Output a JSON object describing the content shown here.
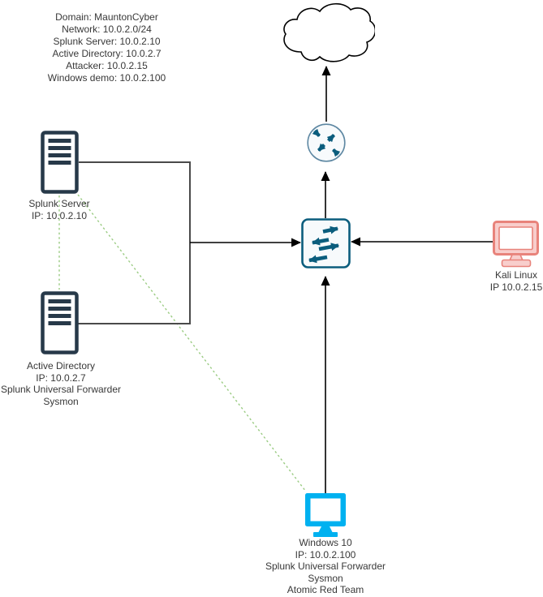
{
  "info_panel": {
    "lines": [
      "Domain: MauntonCyber",
      "Network: 10.0.2.0/24",
      "Splunk Server: 10.0.2.10",
      "Active Directory: 10.0.2.7",
      "Attacker: 10.0.2.15",
      "Windows demo: 10.0.2.100"
    ]
  },
  "nodes": {
    "splunk_server": {
      "lines": [
        "Splunk Server",
        "IP: 10.0.2.10"
      ]
    },
    "active_directory": {
      "lines": [
        "Active Directory",
        "IP: 10.0.2.7",
        "Splunk Universal Forwarder",
        "Sysmon"
      ]
    },
    "kali_linux": {
      "lines": [
        "Kali Linux",
        "IP 10.0.2.15"
      ]
    },
    "windows10": {
      "lines": [
        "Windows 10",
        "IP: 10.0.2.100",
        "Splunk Universal Forwarder",
        "Sysmon",
        "Atomic Red Team"
      ]
    }
  },
  "colors": {
    "server-ink": "#273949",
    "teal": "#0b5d7d",
    "router-ring": "#5d87a2",
    "kali-fill": "#f8cecc",
    "kali-stroke": "#e8837b",
    "windows-blue": "#00b1f0",
    "link-green": "#9acb82",
    "line-gray": "#4a4a4a",
    "line-black": "#000000",
    "label-ink": "#383838"
  }
}
